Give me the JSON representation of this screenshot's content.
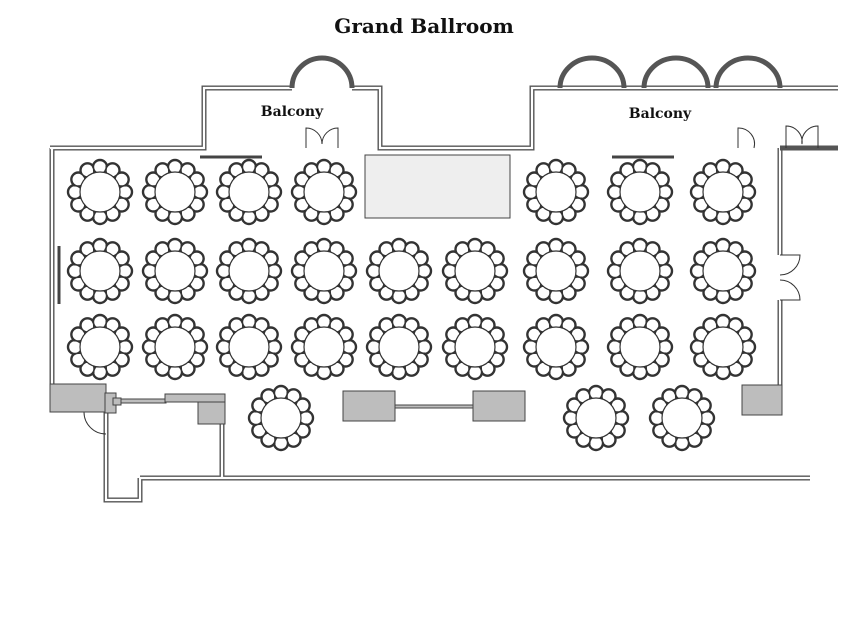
{
  "title": "Grand Ballroom",
  "balconies": [
    {
      "label": "Balcony"
    },
    {
      "label": "Balcony"
    }
  ],
  "tables": {
    "chairs_per_table": 12,
    "count": 28
  },
  "colors": {
    "wall": "#555555",
    "furniture": "#bdbdbd",
    "stage": "#eeeeee"
  }
}
